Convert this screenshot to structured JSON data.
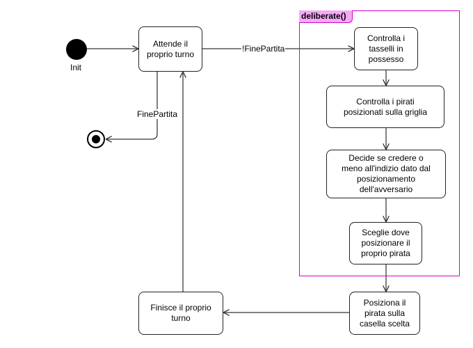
{
  "initial": {
    "label": "Init"
  },
  "states": {
    "attende": "Attende il\nproprio turno",
    "controlla_tasselli": "Controlla i\ntasselli in\npossesso",
    "controlla_pirati": "Controlla i pirati\nposizionati  sulla griglia",
    "decide": "Decide se credere o\nmeno all'indizio dato dal\nposizionamento\ndell'avversario",
    "sceglie": "Sceglie dove\nposizionare il\nproprio pirata",
    "posiziona": "Posiziona il\npirata sulla\ncasella scelta",
    "finisce": "Finisce il proprio\nturno"
  },
  "frame": {
    "title": "deliberate()",
    "border_color": "#d000d0",
    "tab_color": "#f7a8f7"
  },
  "transitions": {
    "not_fine_partita": "!FinePartita",
    "fine_partita": "FinePartita"
  }
}
